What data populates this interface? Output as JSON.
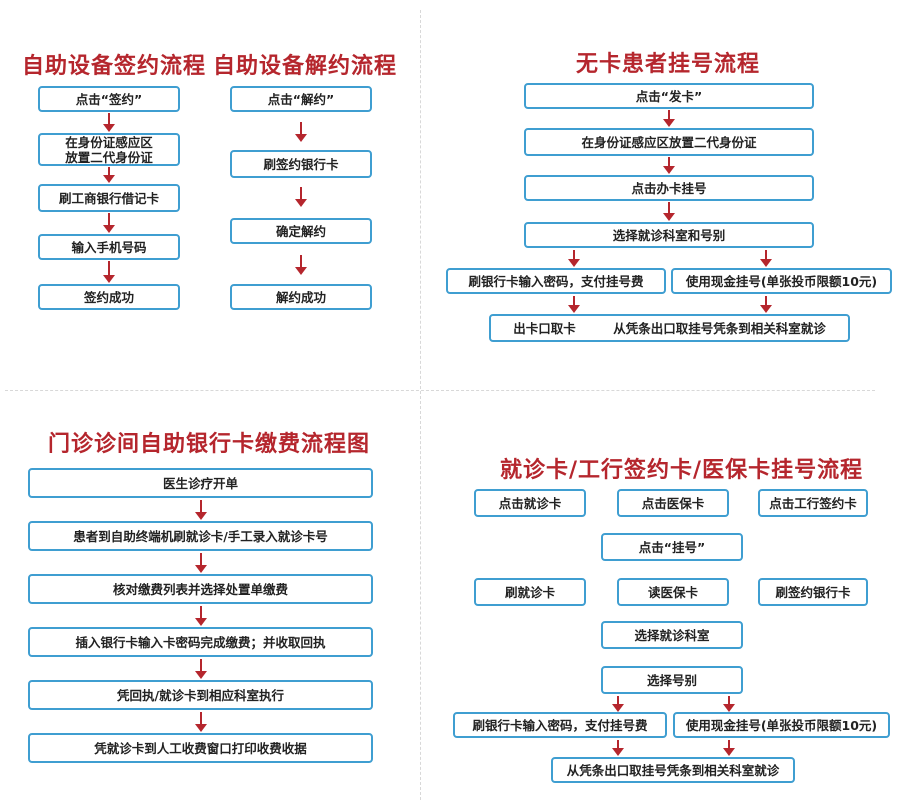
{
  "signing": {
    "title": "自助设备签约流程",
    "steps": [
      "点击“签约”",
      "在身份证感应区\n放置二代身份证",
      "刷工商银行借记卡",
      "输入手机号码",
      "签约成功"
    ]
  },
  "unsigning": {
    "title": "自助设备解约流程",
    "steps": [
      "点击“解约”",
      "刷签约银行卡",
      "确定解约",
      "解约成功"
    ]
  },
  "nocard": {
    "title": "无卡患者挂号流程",
    "steps": [
      "点击“发卡”",
      "在身份证感应区放置二代身份证",
      "点击办卡挂号",
      "选择就诊科室和号别"
    ],
    "pay_card": "刷银行卡输入密码，支付挂号费",
    "pay_cash": "使用现金挂号(单张投币限额10元)",
    "finish": "出卡口取卡　　　从凭条出口取挂号凭条到相关科室就诊"
  },
  "outpatient": {
    "title": "门诊诊间自助银行卡缴费流程图",
    "steps": [
      "医生诊疗开单",
      "患者到自助终端机刷就诊卡/手工录入就诊卡号",
      "核对缴费列表并选择处置单缴费",
      "插入银行卡输入卡密码完成缴费；并收取回执",
      "凭回执/就诊卡到相应科室执行",
      "凭就诊卡到人工收费窗口打印收费收据"
    ]
  },
  "cards": {
    "title": "就诊卡/工行签约卡/医保卡挂号流程",
    "top": [
      "点击就诊卡",
      "点击医保卡",
      "点击工行签约卡"
    ],
    "click_register": "点击“挂号”",
    "read": [
      "刷就诊卡",
      "读医保卡",
      "刷签约银行卡"
    ],
    "select_dept": "选择就诊科室",
    "select_num": "选择号别",
    "pay_card": "刷银行卡输入密码，支付挂号费",
    "pay_cash": "使用现金挂号(单张投币限额10元)",
    "finish": "从凭条出口取挂号凭条到相关科室就诊"
  }
}
